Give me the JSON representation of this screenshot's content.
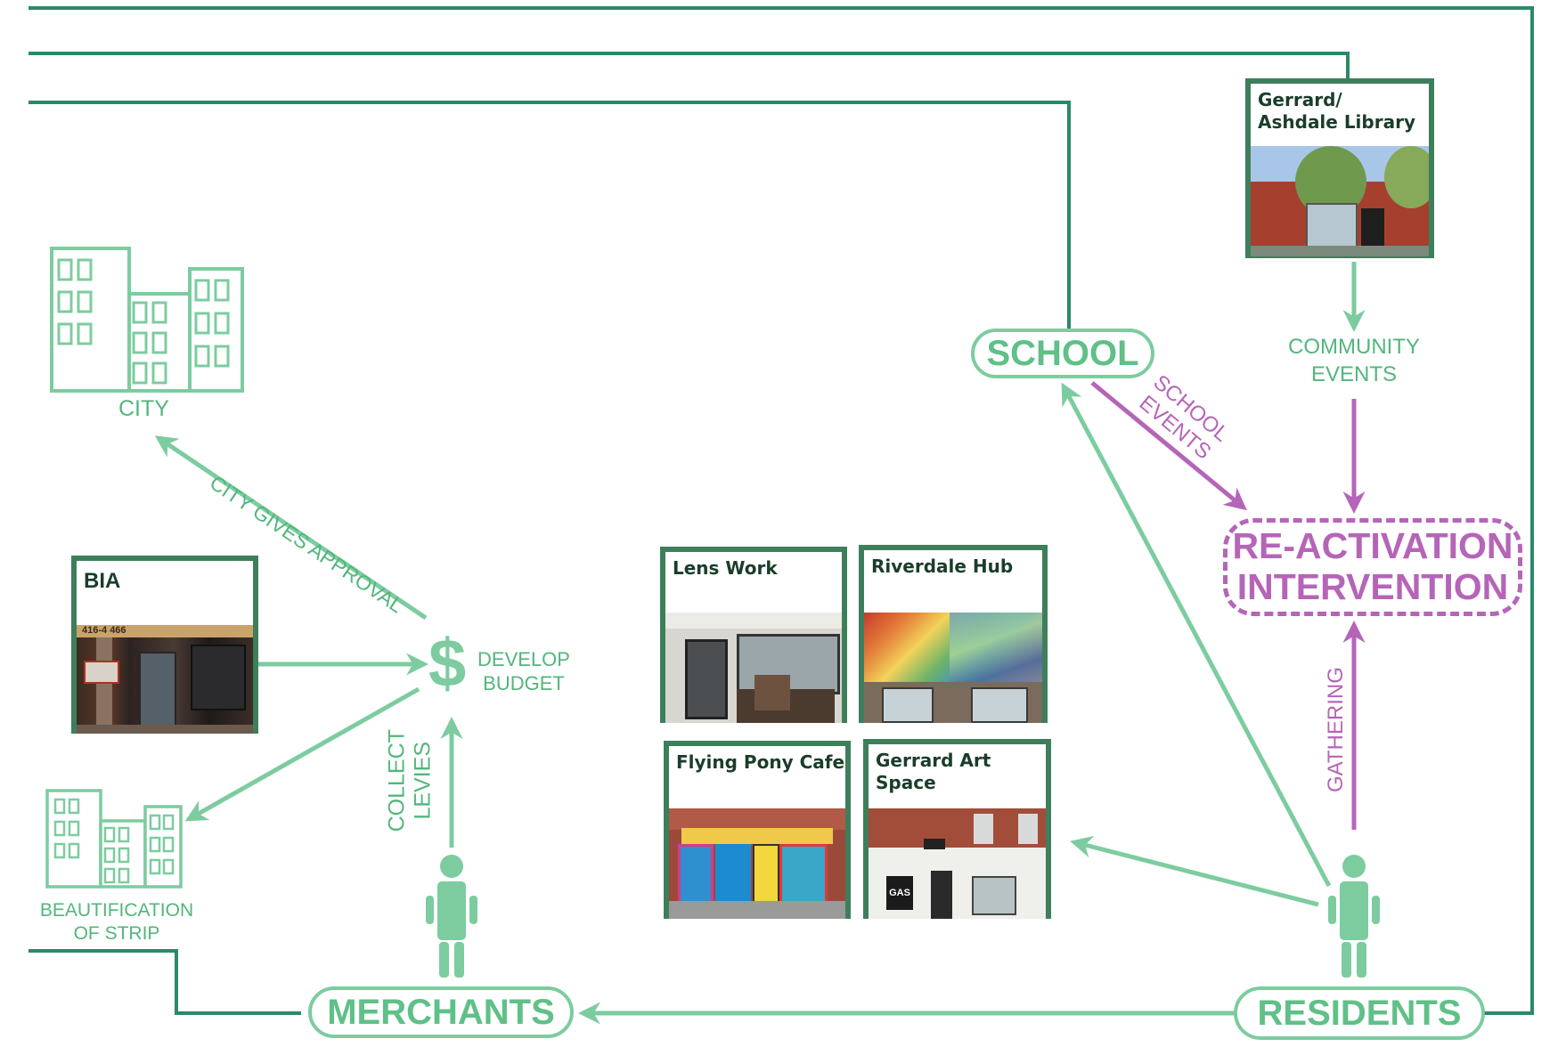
{
  "colors": {
    "green_light": "#7ccc9f",
    "green_text": "#52b67c",
    "green_dark": "#2a8a66",
    "card_border": "#3d7f5a",
    "purple": "#b565b7"
  },
  "nodes": {
    "city": "CITY",
    "beautification_line1": "BEAUTIFICATION",
    "beautification_line2": "OF STRIP",
    "develop_line1": "DEVELOP",
    "develop_line2": "BUDGET",
    "dollar": "$",
    "school": "SCHOOL",
    "merchants": "MERCHANTS",
    "residents": "RESIDENTS",
    "reactivation_line1": "RE-ACTIVATION",
    "reactivation_line2": "INTERVENTION",
    "community_line1": "COMMUNITY",
    "community_line2": "EVENTS"
  },
  "edge_labels": {
    "city_gives_approval": "CITY GIVES APPROVAL",
    "collect_line1": "COLLECT",
    "collect_line2": "LEVIES",
    "school_events_line1": "SCHOOL",
    "school_events_line2": "EVENTS",
    "gathering": "GATHERING"
  },
  "cards": {
    "bia": "BIA",
    "library": "Gerrard/ Ashdale Library",
    "lens_work": "Lens Work",
    "riverdale_hub": "Riverdale Hub",
    "flying_pony": "Flying Pony Cafe",
    "gerrard_art": "Gerrard Art Space"
  },
  "photo_text": {
    "bia_sign": "416-4  466",
    "gas_sign": "GAS"
  },
  "icons": [
    "building-icon",
    "person-icon",
    "dollar-icon"
  ]
}
